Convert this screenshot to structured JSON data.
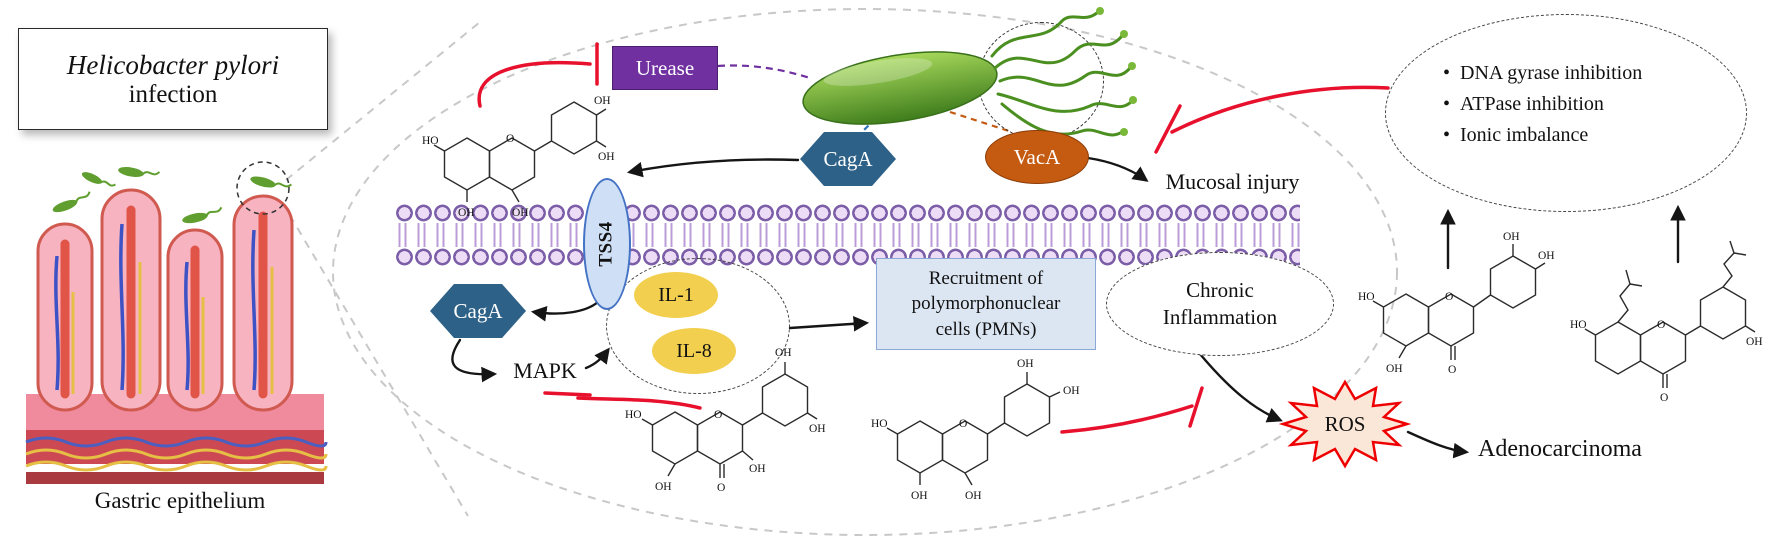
{
  "header": {
    "title_line1": "Helicobacter pylori",
    "title_line2": "infection"
  },
  "labels": {
    "gastric": "Gastric epithelium",
    "urease": "Urease",
    "caga_top": "CagA",
    "vaca": "VacA",
    "mucosal_injury": "Mucosal injury",
    "tss4": "TSS4",
    "caga_bottom": "CagA",
    "mapk": "MAPK",
    "il1": "IL-1",
    "il8": "IL-8",
    "chronic_line1": "Chronic",
    "chronic_line2": "Inflammation",
    "ros": "ROS",
    "adenocarcinoma": "Adenocarcinoma"
  },
  "pmn_box": {
    "line1": "Recruitment of",
    "line2": "polymorphonuclear",
    "line3": "cells (PMNs)"
  },
  "mechanisms": {
    "bullet": "•",
    "items": [
      "DNA gyrase inhibition",
      "ATPase inhibition",
      "Ionic imbalance"
    ]
  },
  "chem": {
    "oh": "OH",
    "ho": "HO",
    "o": "O"
  },
  "colors": {
    "urease_purple": "#7030a0",
    "caga_blue": "#2e6187",
    "vaca_orange": "#c55a11",
    "inhibition_red": "#e8112d",
    "membrane_purple": "#7b5ea7",
    "il_yellow": "#f2cf4e",
    "pmn_blue": "#dce6f2",
    "tss4_blue": "#4472c4",
    "ros_fill": "#fbe7d8",
    "bacterium_green": "#5a9e2f"
  }
}
